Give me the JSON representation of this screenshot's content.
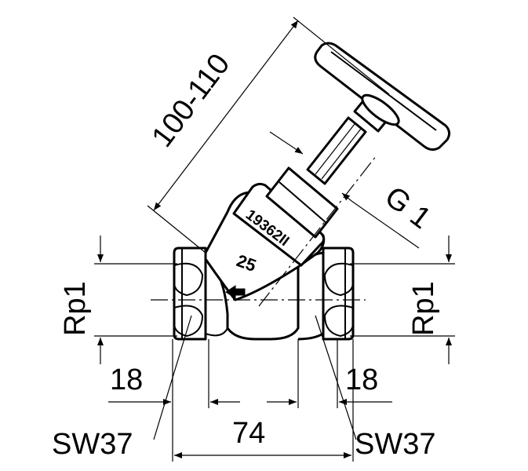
{
  "drawing": {
    "dim_overall_height": "100-110",
    "dim_thread_g": "G 1",
    "dim_rp_left": "Rp1",
    "dim_rp_right": "Rp1",
    "dim_18_left": "18",
    "dim_18_right": "18",
    "dim_74": "74",
    "dim_sw_left": "SW37",
    "dim_sw_right": "SW37",
    "stamp_part_no": "19362II",
    "stamp_size": "25"
  }
}
